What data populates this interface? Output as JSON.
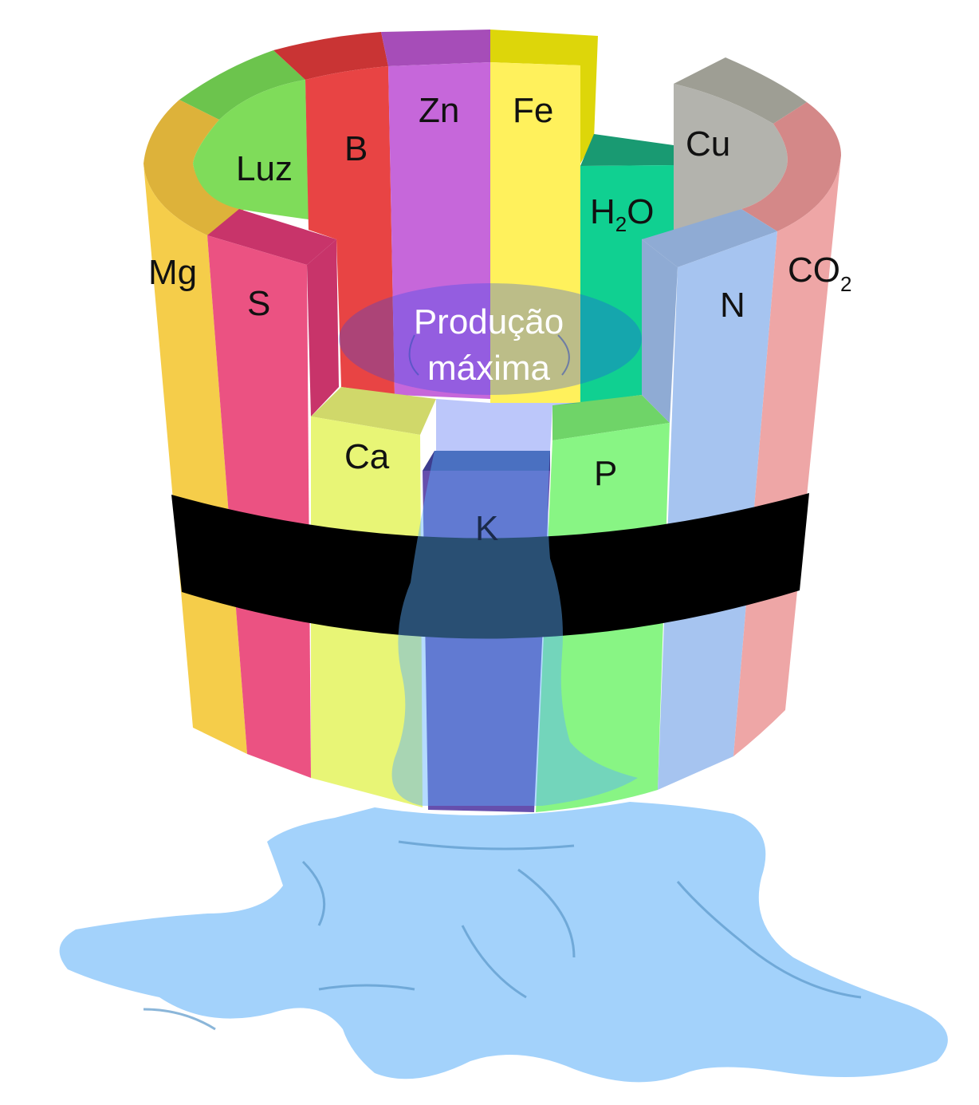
{
  "diagram": {
    "center_label_line1": "Produção",
    "center_label_line2": "máxima",
    "staves": {
      "mg": {
        "label": "Mg",
        "color": "#f5cd4a"
      },
      "luz": {
        "label": "Luz",
        "color": "#7fdc5a"
      },
      "b": {
        "label": "B",
        "color": "#e84444"
      },
      "zn": {
        "label": "Zn",
        "color": "#c667da"
      },
      "fe": {
        "label": "Fe",
        "color": "#fff15c"
      },
      "h2o": {
        "label_main": "H",
        "label_sub": "2",
        "label_tail": "O",
        "color": "#10d091"
      },
      "cu": {
        "label": "Cu",
        "color": "#b3b3ad"
      },
      "co2": {
        "label_main": "CO",
        "label_sub": "2",
        "color": "#eea6a6"
      },
      "s": {
        "label": "S",
        "color": "#eb5282"
      },
      "n": {
        "label": "N",
        "color": "#a6c4f0"
      },
      "ca": {
        "label": "Ca",
        "color": "#e8f576"
      },
      "p": {
        "label": "P",
        "color": "#88f584"
      },
      "k": {
        "label": "K",
        "color": "#664fad"
      }
    },
    "band_color": "#000000",
    "water_color": "#a3d2fb"
  }
}
